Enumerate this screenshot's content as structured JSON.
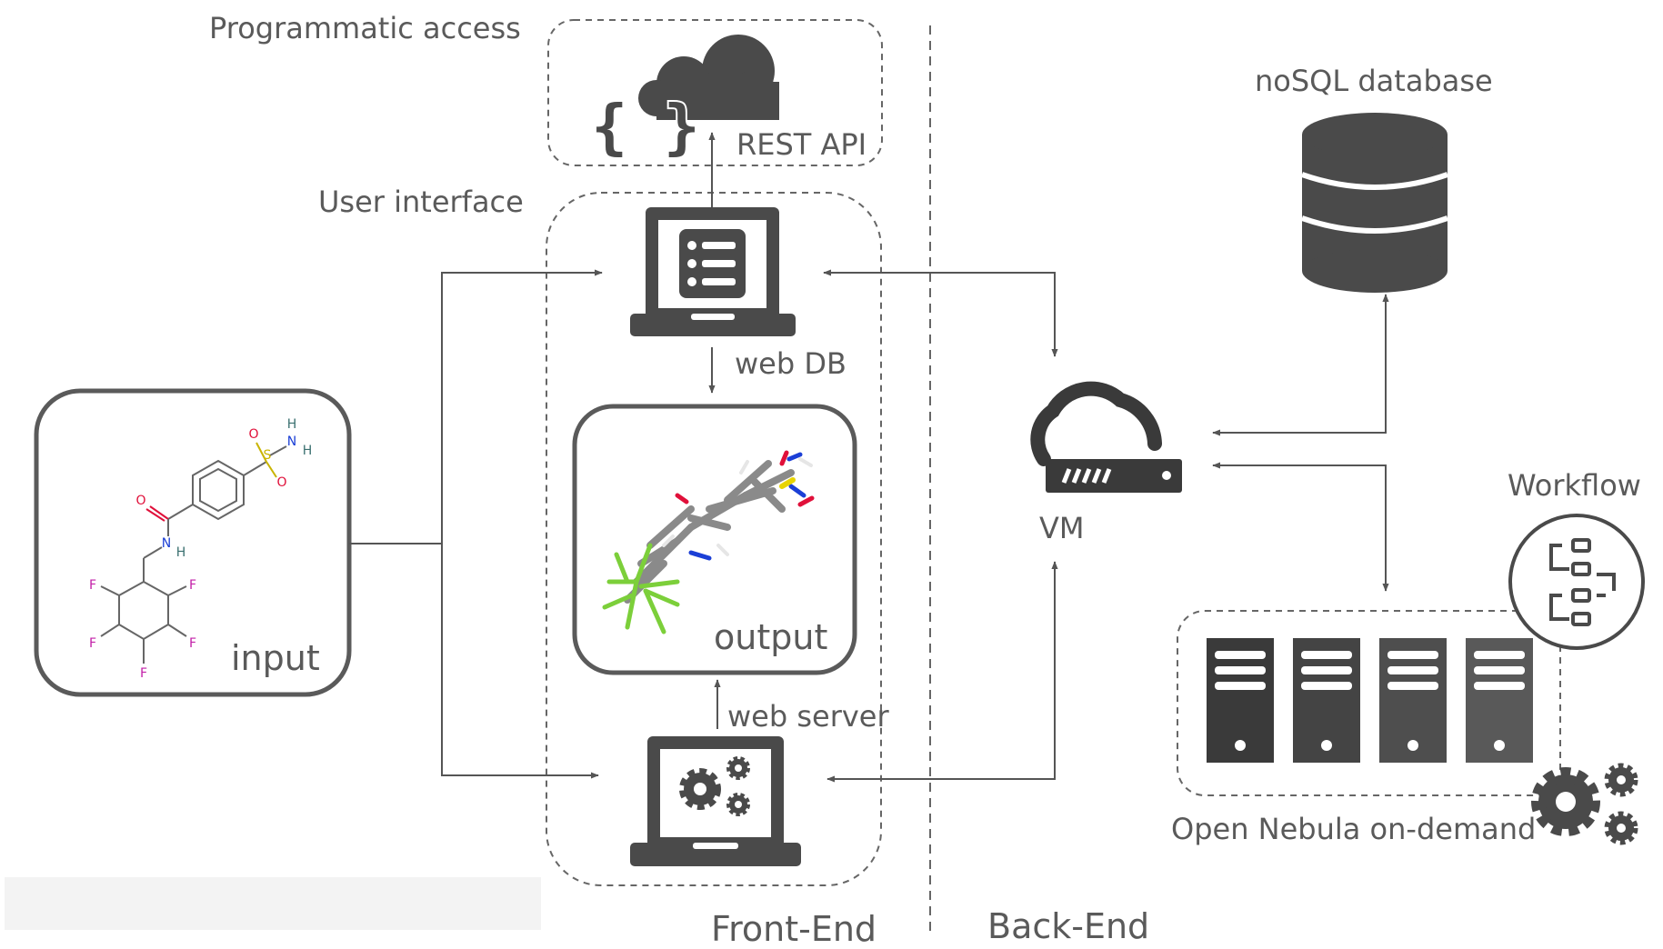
{
  "labels": {
    "programmatic_access": "Programmatic access",
    "rest_api": "REST API",
    "user_interface": "User interface",
    "web_db": "web DB",
    "output": "output",
    "web_server": "web server",
    "input": "input",
    "front_end": "Front-End",
    "back_end": "Back-End",
    "nosql_database": "noSQL database",
    "vm": "VM",
    "workflow": "Workflow",
    "open_nebula": "Open Nebula on-demand"
  },
  "molecule_atoms": {
    "oxygen_1": "O",
    "oxygen_2": "O",
    "oxygen_3": "O",
    "sulfur": "S",
    "nitrogen_1": "N",
    "nitrogen_2": "N",
    "hydrogen_1": "H",
    "hydrogen_2": "H",
    "hydrogen_3": "H",
    "fluorine_1": "F",
    "fluorine_2": "F",
    "fluorine_3": "F",
    "fluorine_4": "F",
    "fluorine_5": "F"
  },
  "colors": {
    "icon": "#4a4a4a",
    "line": "#555555",
    "dashed": "#666666",
    "oxygen": "#e0103a",
    "nitrogen": "#1b3fd6",
    "sulfur": "#c9b400",
    "fluorine": "#c21fa8",
    "hydrogen": "#3a7070",
    "fluorine_green": "#7ccf3a"
  }
}
